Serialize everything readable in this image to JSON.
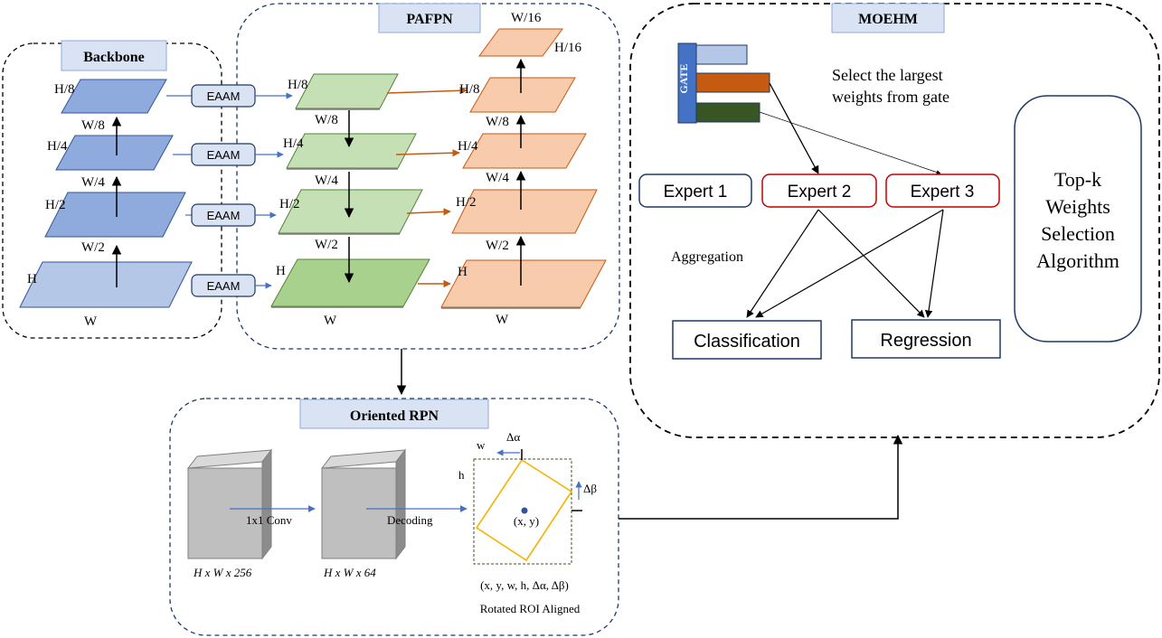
{
  "sections": {
    "backbone": "Backbone",
    "pafpn": "PAFPN",
    "moehm": "MOEHM",
    "rpn": "Oriented RPN"
  },
  "eaam": "EAAM",
  "backbone_levels": [
    {
      "h": "H/8",
      "w": "W/8"
    },
    {
      "h": "H/4",
      "w": "W/4"
    },
    {
      "h": "H/2",
      "w": "W/2"
    },
    {
      "h": "H",
      "w": "W"
    }
  ],
  "fpn_levels": [
    {
      "h": "H/8",
      "w": "W/8"
    },
    {
      "h": "H/4",
      "w": "W/4"
    },
    {
      "h": "H/2",
      "w": "W/2"
    },
    {
      "h": "H",
      "w": "W"
    }
  ],
  "pan_levels": [
    {
      "h": "H/16",
      "w": "W/16"
    },
    {
      "h": "H/8",
      "w": "W/8"
    },
    {
      "h": "H/4",
      "w": "W/4"
    },
    {
      "h": "H/2",
      "w": "W/2"
    },
    {
      "h": "H",
      "w": "W"
    }
  ],
  "moe": {
    "gate_label": "GATE",
    "select_text_line1": "Select the largest",
    "select_text_line2": "weights from gate",
    "experts": [
      "Expert 1",
      "Expert 2",
      "Expert 3"
    ],
    "aggregation": "Aggregation",
    "classification": "Classification",
    "regression": "Regression",
    "topk_lines": [
      "Top-k",
      "Weights",
      "Selection",
      "Algorithm"
    ],
    "gate_bar_colors": [
      "#b4c7e7",
      "#c55a11",
      "#375623"
    ]
  },
  "rpn": {
    "conv_label": "1x1 Conv",
    "decoding_label": "Decoding",
    "feat1": "H x W x 256",
    "feat2": "H x W x 64",
    "w": "w",
    "h": "h",
    "d_alpha": "Δα",
    "d_beta": "Δβ",
    "center": "(x, y)",
    "tuple": "(x, y, w, h, Δα, Δβ)",
    "roi": "Rotated ROI Aligned"
  },
  "colors": {
    "backbone_fill": "#8faadc",
    "fpn_fill": "#c5e0b4",
    "pan_fill": "#f8cbad",
    "eaam_fill": "#dae3f3",
    "title_fill": "#dae3f3",
    "expert_red": "#c00000",
    "navy": "#1f3864",
    "orange_arrow": "#c55a11",
    "blue_arrow": "#4472c4",
    "roi_yellow": "#f4b400"
  }
}
